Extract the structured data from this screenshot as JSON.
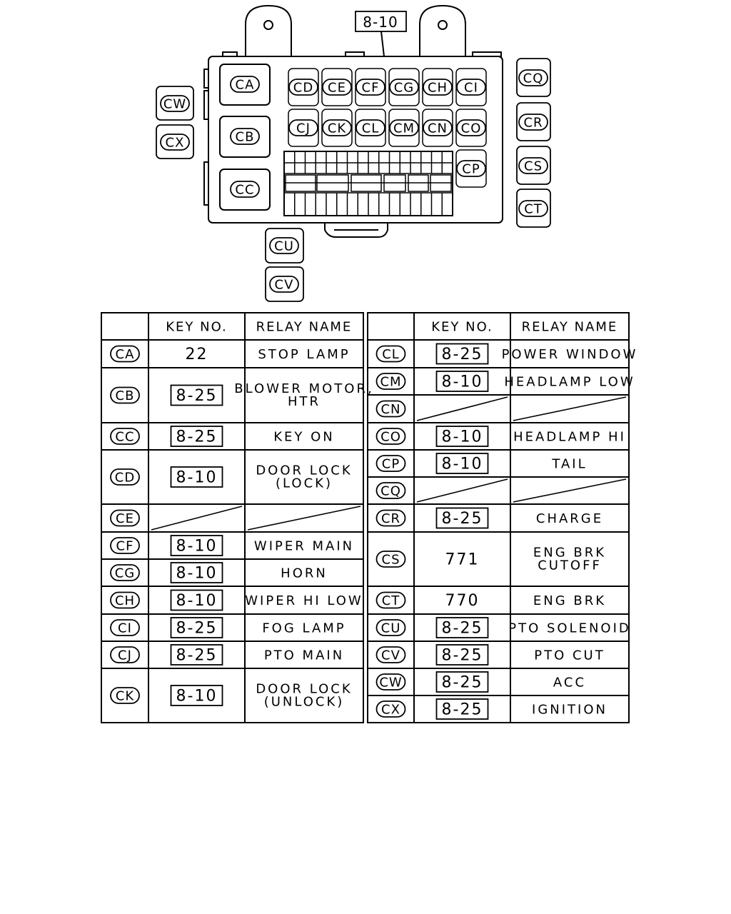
{
  "diagram": {
    "reference_box": "8-10",
    "relay_positions": {
      "large": [
        "CA",
        "CB",
        "CC"
      ],
      "row1": [
        "CD",
        "CE",
        "CF",
        "CG",
        "CH",
        "CI"
      ],
      "row2": [
        "CJ",
        "CK",
        "CL",
        "CM",
        "CN",
        "CO"
      ],
      "right_inner": [
        "CP"
      ],
      "right_outer": [
        "CQ",
        "CR",
        "CS",
        "CT"
      ],
      "left_outer": [
        "CW",
        "CX"
      ],
      "bottom": [
        "CU",
        "CV"
      ]
    }
  },
  "tables": {
    "headers": {
      "key": "KEY NO.",
      "relay": "RELAY NAME"
    },
    "left": [
      {
        "id": "CA",
        "key": "22",
        "boxed": false,
        "name": [
          "STOP LAMP"
        ]
      },
      {
        "id": "CB",
        "key": "8-25",
        "boxed": true,
        "name": [
          "BLOWER MOTOR,",
          "HTR"
        ]
      },
      {
        "id": "CC",
        "key": "8-25",
        "boxed": true,
        "name": [
          "KEY ON"
        ]
      },
      {
        "id": "CD",
        "key": "8-10",
        "boxed": true,
        "name": [
          "DOOR LOCK",
          "(LOCK)"
        ]
      },
      {
        "id": "CE",
        "key": "",
        "boxed": false,
        "empty": true,
        "name": []
      },
      {
        "id": "CF",
        "key": "8-10",
        "boxed": true,
        "name": [
          "WIPER MAIN"
        ]
      },
      {
        "id": "CG",
        "key": "8-10",
        "boxed": true,
        "name": [
          "HORN"
        ]
      },
      {
        "id": "CH",
        "key": "8-10",
        "boxed": true,
        "name": [
          "WIPER HI LOW"
        ]
      },
      {
        "id": "CI",
        "key": "8-25",
        "boxed": true,
        "name": [
          "FOG LAMP"
        ]
      },
      {
        "id": "CJ",
        "key": "8-25",
        "boxed": true,
        "name": [
          "PTO MAIN"
        ]
      },
      {
        "id": "CK",
        "key": "8-10",
        "boxed": true,
        "name": [
          "DOOR LOCK",
          "(UNLOCK)"
        ]
      }
    ],
    "right": [
      {
        "id": "CL",
        "key": "8-25",
        "boxed": true,
        "name": [
          "POWER WINDOW"
        ]
      },
      {
        "id": "CM",
        "key": "8-10",
        "boxed": true,
        "name": [
          "HEADLAMP LOW"
        ]
      },
      {
        "id": "CN",
        "key": "",
        "boxed": false,
        "empty": true,
        "name": []
      },
      {
        "id": "CO",
        "key": "8-10",
        "boxed": true,
        "name": [
          "HEADLAMP HI"
        ]
      },
      {
        "id": "CP",
        "key": "8-10",
        "boxed": true,
        "name": [
          "TAIL"
        ]
      },
      {
        "id": "CQ",
        "key": "",
        "boxed": false,
        "empty": true,
        "name": []
      },
      {
        "id": "CR",
        "key": "8-25",
        "boxed": true,
        "name": [
          "CHARGE"
        ]
      },
      {
        "id": "CS",
        "key": "771",
        "boxed": false,
        "name": [
          "ENG BRK",
          "CUTOFF"
        ]
      },
      {
        "id": "CT",
        "key": "770",
        "boxed": false,
        "name": [
          "ENG BRK"
        ]
      },
      {
        "id": "CU",
        "key": "8-25",
        "boxed": true,
        "name": [
          "PTO SOLENOID"
        ]
      },
      {
        "id": "CV",
        "key": "8-25",
        "boxed": true,
        "name": [
          "PTO CUT"
        ]
      },
      {
        "id": "CW",
        "key": "8-25",
        "boxed": true,
        "name": [
          "ACC"
        ]
      },
      {
        "id": "CX",
        "key": "8-25",
        "boxed": true,
        "name": [
          "IGNITION"
        ]
      }
    ]
  }
}
